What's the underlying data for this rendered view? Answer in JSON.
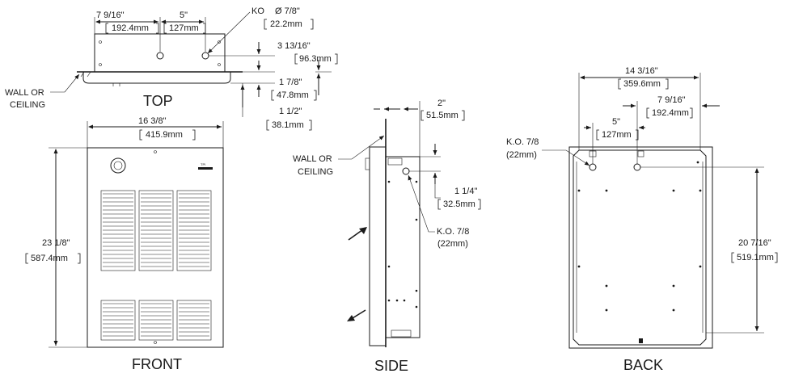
{
  "views": {
    "top": "TOP",
    "front": "FRONT",
    "side": "SIDE",
    "back": "BACK"
  },
  "labels": {
    "wall_or": "WALL OR",
    "ceiling": "CEILING",
    "ko": "KO",
    "ko_diameter": "Ø 7/8\"",
    "ko_diameter_mm": "22.2mm",
    "ko_78": "K.O. 7/8",
    "ko_22mm": "(22mm)"
  },
  "dimensions": {
    "top_7_9_16": "7 9/16\"",
    "top_192_4": "192.4mm",
    "top_5in": "5\"",
    "top_127": "127mm",
    "top_3_13_16": "3 13/16\"",
    "top_96_3": "96.3mm",
    "top_1_7_8": "1 7/8\"",
    "top_47_8": "47.8mm",
    "top_1_1_2": "1 1/2\"",
    "top_38_1": "38.1mm",
    "front_16_3_8": "16 3/8\"",
    "front_415_9": "415.9mm",
    "front_23_1_8": "23 1/8\"",
    "front_587_4": "587.4mm",
    "side_2in": "2\"",
    "side_51_5": "51.5mm",
    "side_1_1_4": "1 1/4\"",
    "side_32_5": "32.5mm",
    "back_14_3_16": "14 3/16\"",
    "back_359_6": "359.6mm",
    "back_7_9_16": "7 9/16\"",
    "back_192_4": "192.4mm",
    "back_5in": "5\"",
    "back_127": "127mm",
    "back_20_7_16": "20 7/16\"",
    "back_519_1": "519.1mm"
  },
  "front_badge": "TPI"
}
